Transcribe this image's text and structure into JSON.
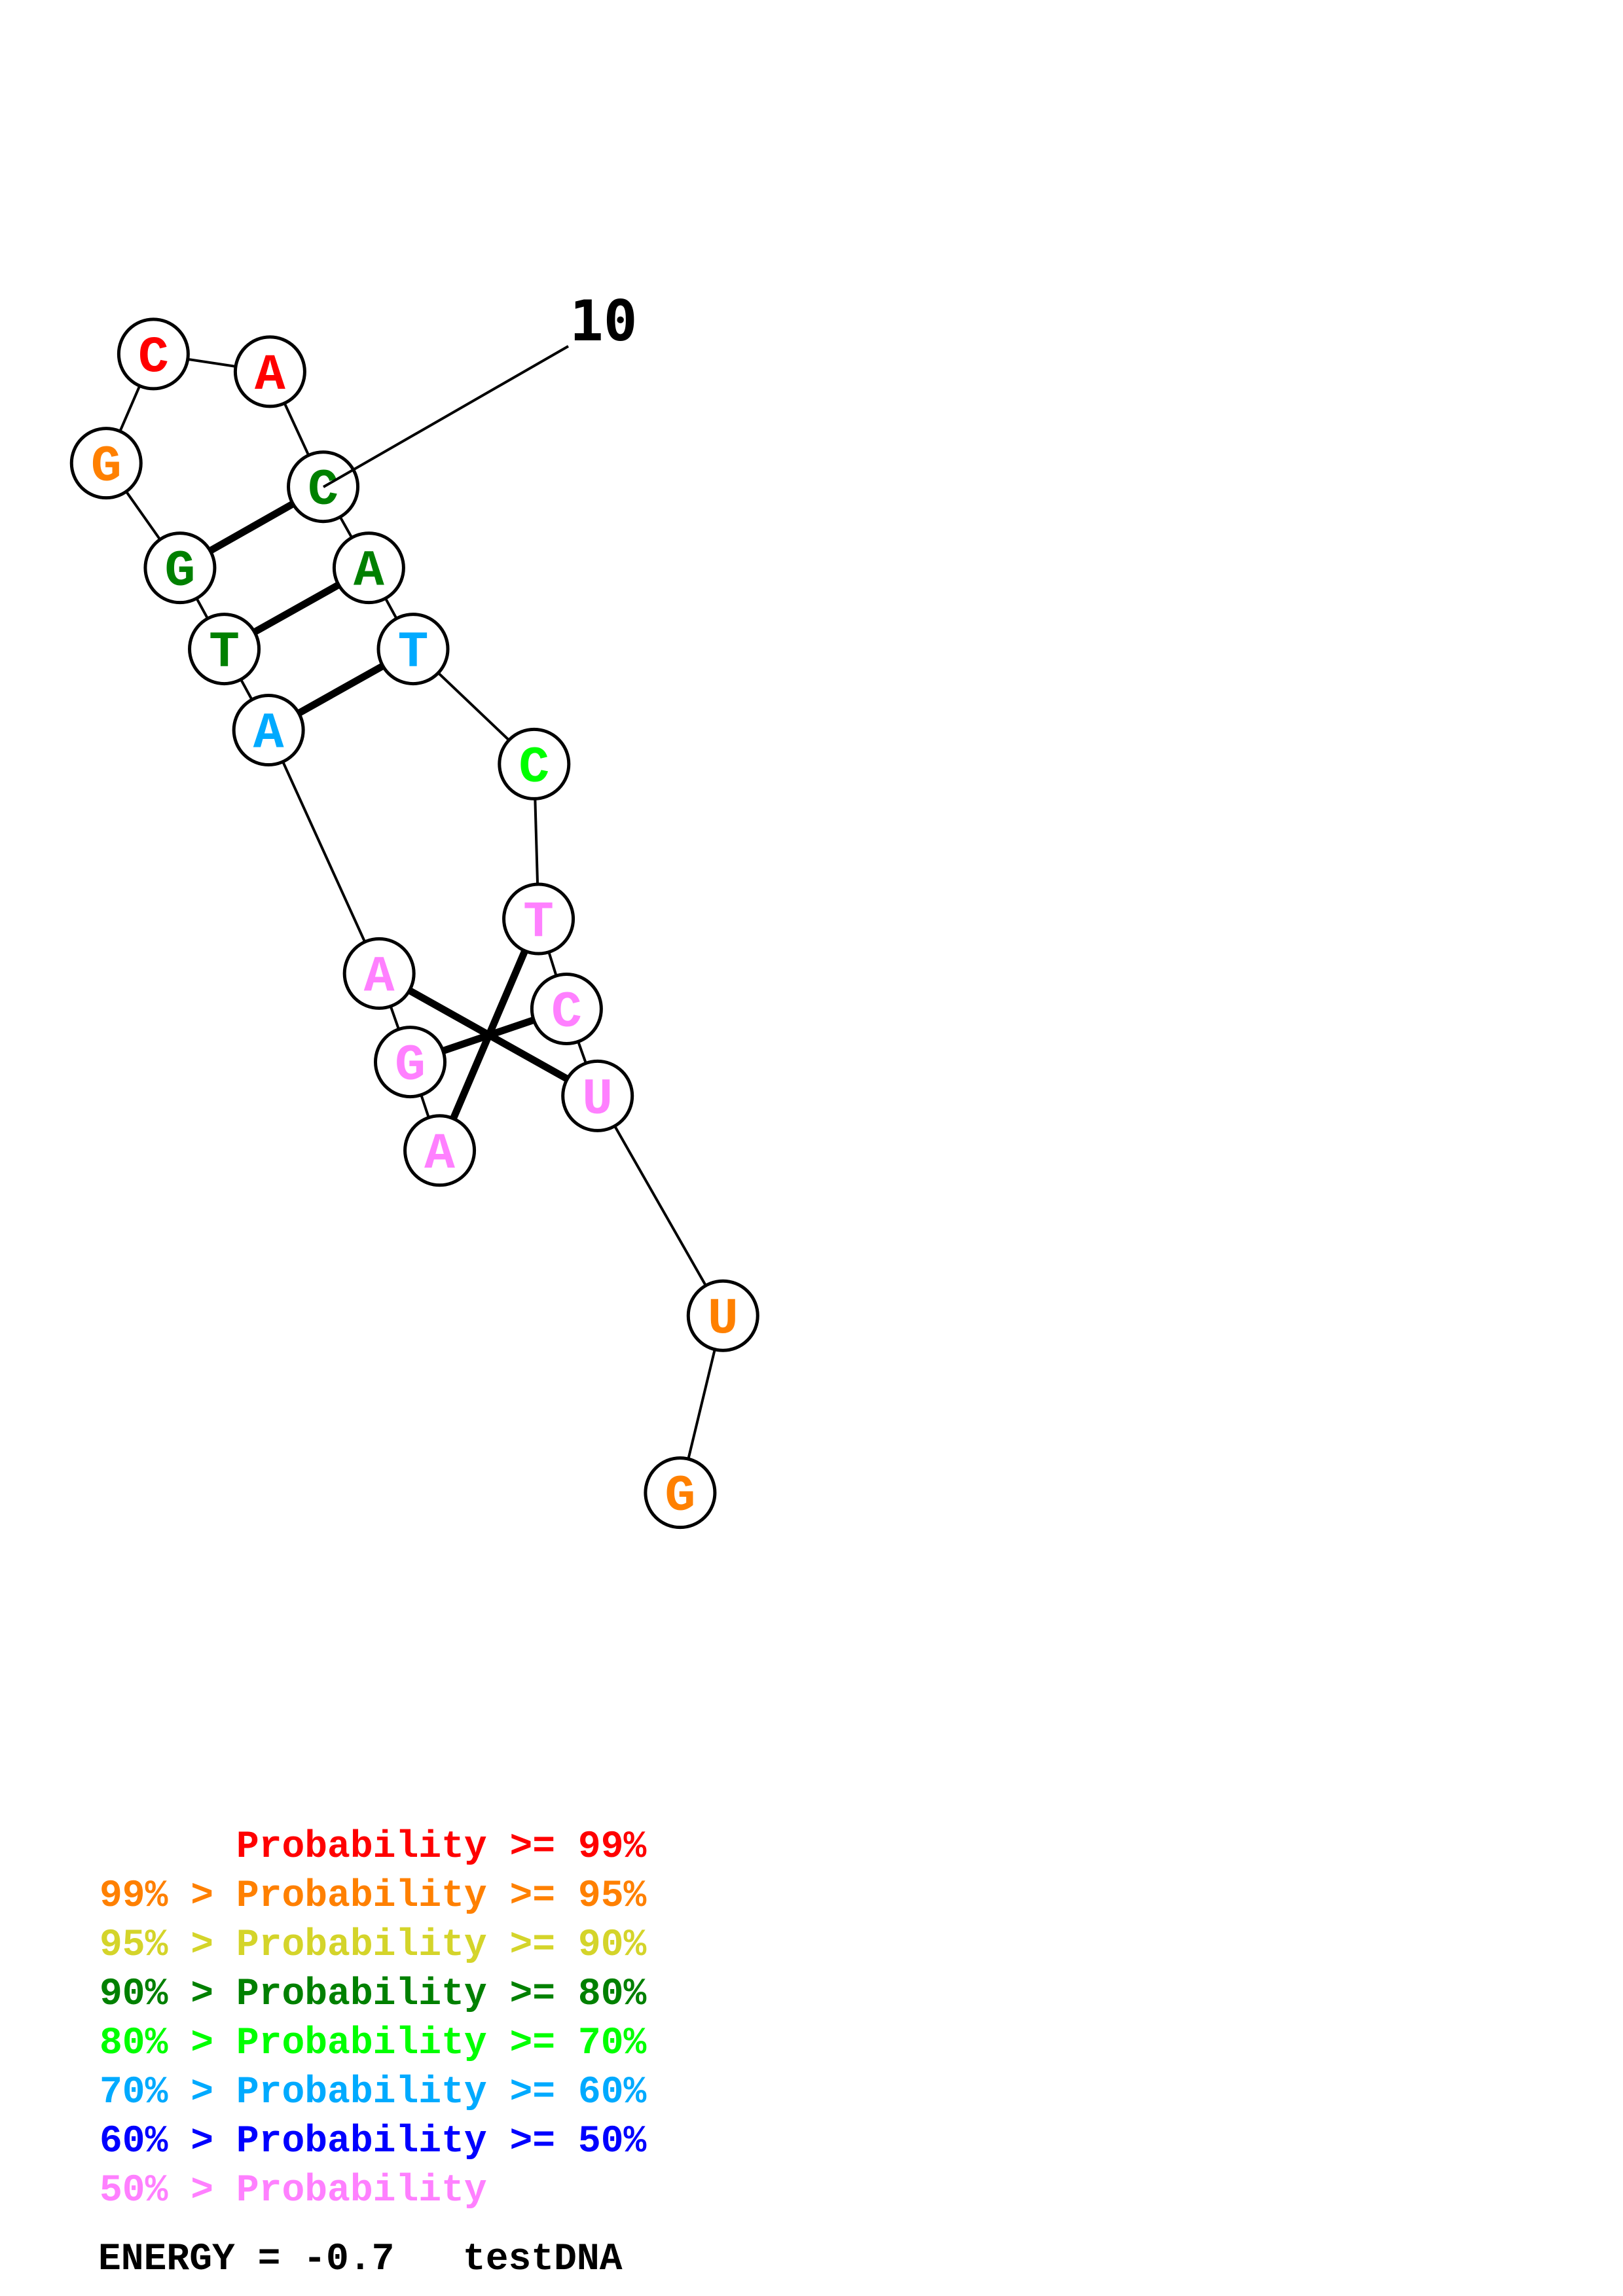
{
  "diagram": {
    "type": "rna-secondary-structure",
    "name": "testDNA",
    "energy_label": "ENERGY = -0.7   testDNA",
    "position_label": "10",
    "colors": {
      "p99": "#ff0000",
      "p95": "#ff8000",
      "p90": "#d4d42a",
      "p80": "#008000",
      "p70": "#00ff00",
      "p60": "#00aaff",
      "p50": "#0000ff",
      "plow": "#ff80ff"
    },
    "nucleotides": [
      {
        "base": "A",
        "color": "p60"
      },
      {
        "base": "T",
        "color": "p80"
      },
      {
        "base": "G",
        "color": "p80"
      },
      {
        "base": "G",
        "color": "p95"
      },
      {
        "base": "C",
        "color": "p99"
      },
      {
        "base": "A",
        "color": "p99"
      },
      {
        "base": "C",
        "color": "p80"
      },
      {
        "base": "A",
        "color": "p80"
      },
      {
        "base": "T",
        "color": "p60"
      },
      {
        "base": "C",
        "color": "p70"
      },
      {
        "base": "T",
        "color": "plow"
      },
      {
        "base": "C",
        "color": "plow"
      },
      {
        "base": "U",
        "color": "plow"
      },
      {
        "base": "U",
        "color": "p95"
      },
      {
        "base": "G",
        "color": "p95"
      },
      {
        "base": "A",
        "color": "plow"
      },
      {
        "base": "G",
        "color": "plow"
      },
      {
        "base": "A",
        "color": "plow"
      }
    ],
    "pairs": [
      [
        2,
        6
      ],
      [
        1,
        7
      ],
      [
        0,
        8
      ],
      [
        15,
        10
      ],
      [
        16,
        11
      ],
      [
        17,
        12
      ]
    ]
  },
  "legend": [
    {
      "text": "      Probability >= 99%",
      "color": "p99"
    },
    {
      "text": "99% > Probability >= 95%",
      "color": "p95"
    },
    {
      "text": "95% > Probability >= 90%",
      "color": "p90"
    },
    {
      "text": "90% > Probability >= 80%",
      "color": "p80"
    },
    {
      "text": "80% > Probability >= 70%",
      "color": "p70"
    },
    {
      "text": "70% > Probability >= 60%",
      "color": "p60"
    },
    {
      "text": "60% > Probability >= 50%",
      "color": "p50"
    },
    {
      "text": "50% > Probability",
      "color": "plow"
    }
  ]
}
